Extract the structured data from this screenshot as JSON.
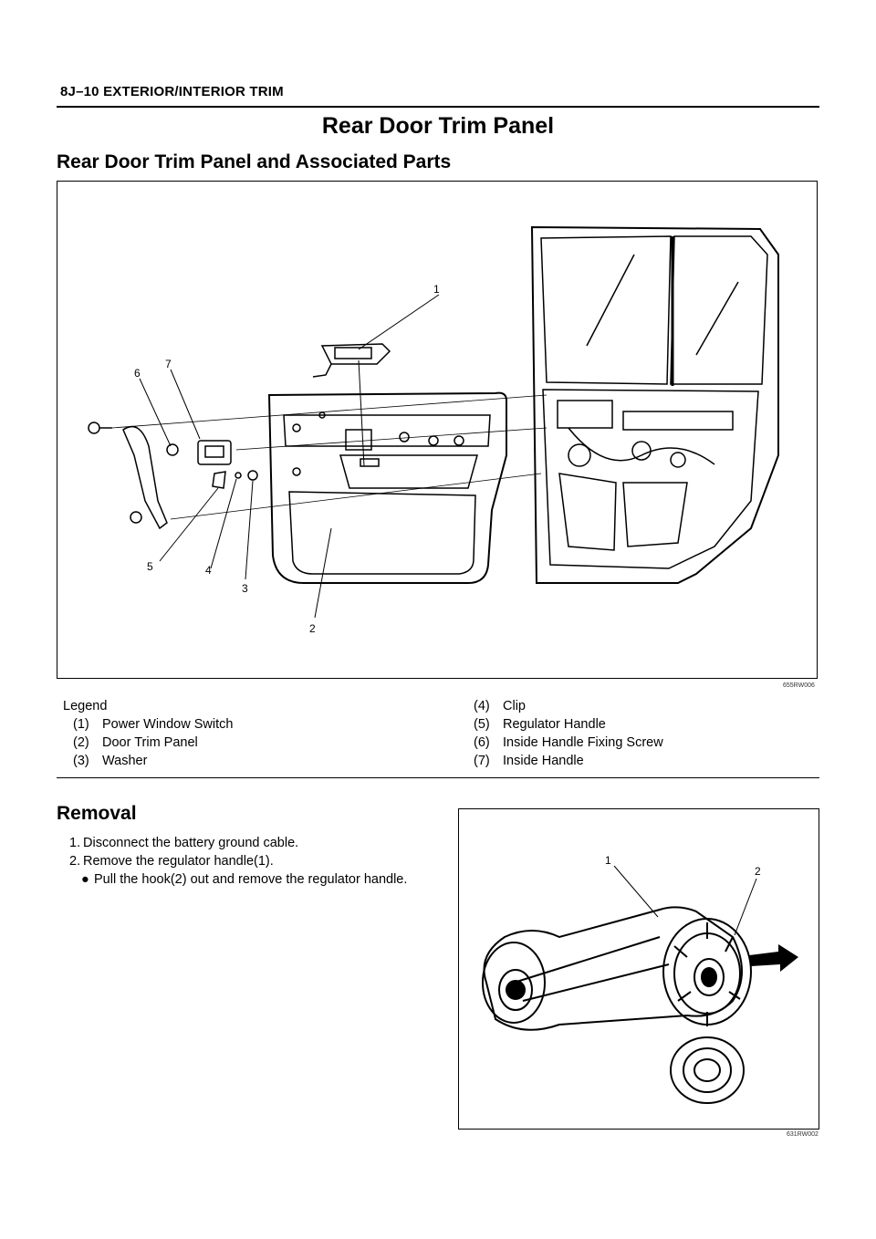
{
  "header": {
    "section_code_title": "8J–10    EXTERIOR/INTERIOR TRIM"
  },
  "main_title": "Rear Door Trim Panel",
  "section_title": "Rear Door Trim Panel and Associated Parts",
  "figure1": {
    "code": "655RW006",
    "callouts": [
      "1",
      "2",
      "3",
      "4",
      "5",
      "6",
      "7"
    ]
  },
  "legend": {
    "title": "Legend",
    "items": [
      {
        "num": "(1)",
        "label": "Power Window Switch"
      },
      {
        "num": "(2)",
        "label": "Door Trim Panel"
      },
      {
        "num": "(3)",
        "label": "Washer"
      },
      {
        "num": "(4)",
        "label": "Clip"
      },
      {
        "num": "(5)",
        "label": "Regulator Handle"
      },
      {
        "num": "(6)",
        "label": "Inside Handle Fixing Screw"
      },
      {
        "num": "(7)",
        "label": "Inside Handle"
      }
    ]
  },
  "removal": {
    "title": "Removal",
    "steps": [
      {
        "num": "1.",
        "text": "Disconnect the battery ground cable."
      },
      {
        "num": "2.",
        "text": "Remove the regulator handle(1)."
      }
    ],
    "bullet_symbol": "●",
    "bullet_text": "Pull the hook(2) out and remove the regulator handle."
  },
  "figure2": {
    "code": "631RW002",
    "callouts": [
      "1",
      "2"
    ]
  }
}
